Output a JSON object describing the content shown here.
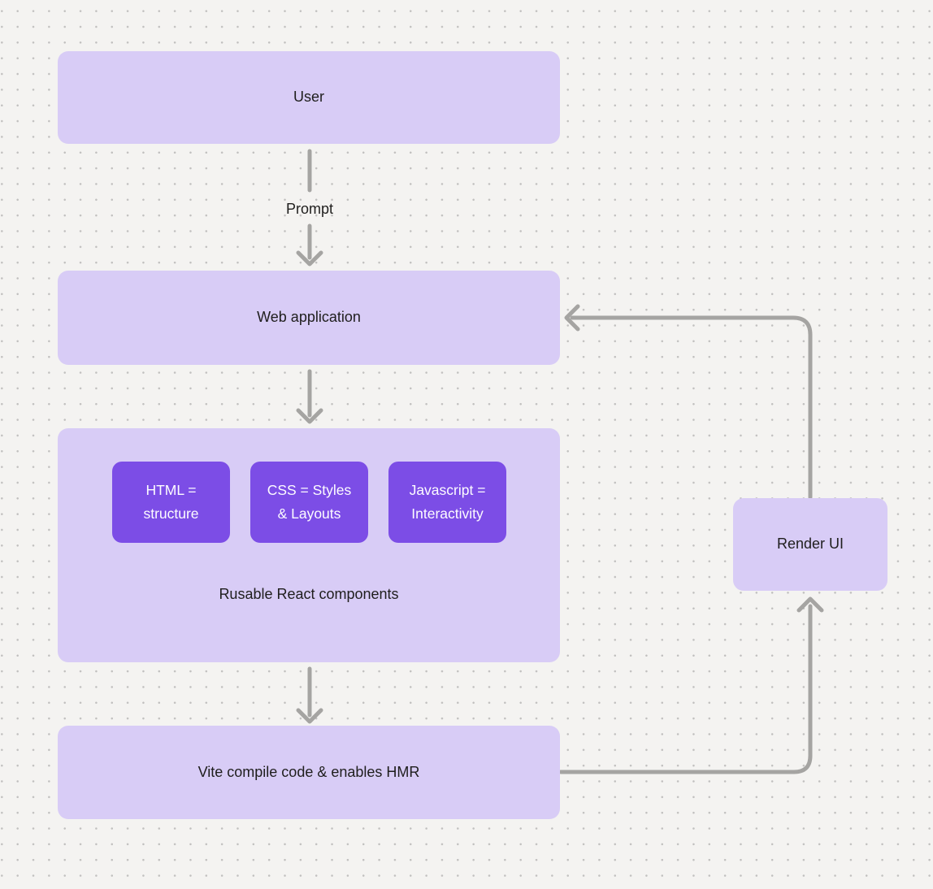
{
  "diagram": {
    "background": {
      "color": "#f4f3f1",
      "dot_color": "#c1c0bf"
    },
    "palette": {
      "node_fill": "#d8ccf6",
      "tech_node_fill": "#7c4de6",
      "arrow_color": "#a5a4a2",
      "text_color": "#1f1e1d",
      "text_on_purple": "#ffffff"
    },
    "nodes": {
      "user": {
        "label": "User"
      },
      "web_application": {
        "label": "Web application"
      },
      "components_group": {
        "caption": "Rusable React components",
        "items": [
          {
            "label": "HTML = structure"
          },
          {
            "label": "CSS = Styles & Layouts"
          },
          {
            "label": "Javascript = Interactivity"
          }
        ]
      },
      "vite": {
        "label": "Vite compile code & enables HMR"
      },
      "render_ui": {
        "label": "Render UI"
      }
    },
    "edges": [
      {
        "from": "User",
        "to": "Web application",
        "label": "Prompt"
      },
      {
        "from": "Web application",
        "to": "Components group",
        "label": ""
      },
      {
        "from": "Components group",
        "to": "Vite",
        "label": ""
      },
      {
        "from": "Vite",
        "to": "Render UI",
        "label": ""
      },
      {
        "from": "Render UI",
        "to": "Web application",
        "label": ""
      }
    ]
  }
}
